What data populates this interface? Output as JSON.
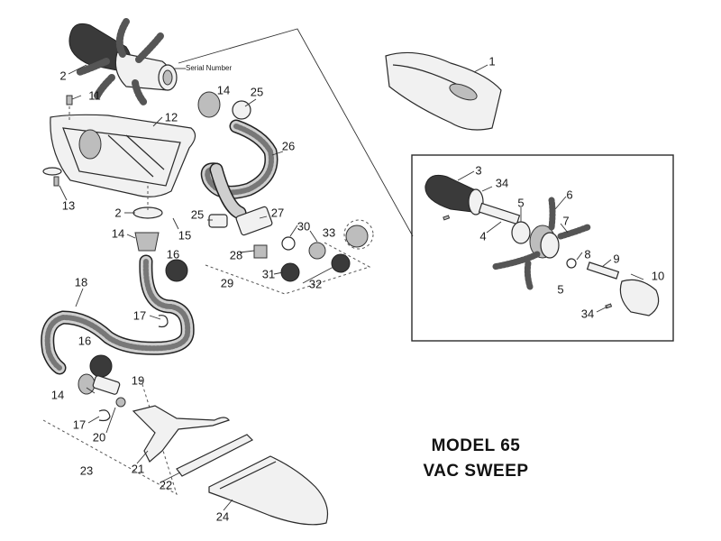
{
  "title": {
    "line1": "MODEL 65",
    "line2": "VAC SWEEP"
  },
  "serial_label": "Serial Number",
  "part_numbers": [
    {
      "id": "p1",
      "text": "1"
    },
    {
      "id": "p2a",
      "text": "2"
    },
    {
      "id": "p2b",
      "text": "2"
    },
    {
      "id": "p3",
      "text": "3"
    },
    {
      "id": "p4",
      "text": "4"
    },
    {
      "id": "p5a",
      "text": "5"
    },
    {
      "id": "p5b",
      "text": "5"
    },
    {
      "id": "p6",
      "text": "6"
    },
    {
      "id": "p7",
      "text": "7"
    },
    {
      "id": "p8",
      "text": "8"
    },
    {
      "id": "p9",
      "text": "9"
    },
    {
      "id": "p10",
      "text": "10"
    },
    {
      "id": "p11",
      "text": "11"
    },
    {
      "id": "p12",
      "text": "12"
    },
    {
      "id": "p13",
      "text": "13"
    },
    {
      "id": "p14a",
      "text": "14"
    },
    {
      "id": "p14b",
      "text": "14"
    },
    {
      "id": "p14c",
      "text": "14"
    },
    {
      "id": "p15",
      "text": "15"
    },
    {
      "id": "p16a",
      "text": "16"
    },
    {
      "id": "p16b",
      "text": "16"
    },
    {
      "id": "p17a",
      "text": "17"
    },
    {
      "id": "p17b",
      "text": "17"
    },
    {
      "id": "p18",
      "text": "18"
    },
    {
      "id": "p19",
      "text": "19"
    },
    {
      "id": "p20",
      "text": "20"
    },
    {
      "id": "p21",
      "text": "21"
    },
    {
      "id": "p22",
      "text": "22"
    },
    {
      "id": "p23",
      "text": "23"
    },
    {
      "id": "p24",
      "text": "24"
    },
    {
      "id": "p25a",
      "text": "25"
    },
    {
      "id": "p25b",
      "text": "25"
    },
    {
      "id": "p26",
      "text": "26"
    },
    {
      "id": "p27",
      "text": "27"
    },
    {
      "id": "p28",
      "text": "28"
    },
    {
      "id": "p29",
      "text": "29"
    },
    {
      "id": "p30",
      "text": "30"
    },
    {
      "id": "p31",
      "text": "31"
    },
    {
      "id": "p32",
      "text": "32"
    },
    {
      "id": "p33",
      "text": "33"
    },
    {
      "id": "p34a",
      "text": "34"
    },
    {
      "id": "p34b",
      "text": "34"
    }
  ]
}
